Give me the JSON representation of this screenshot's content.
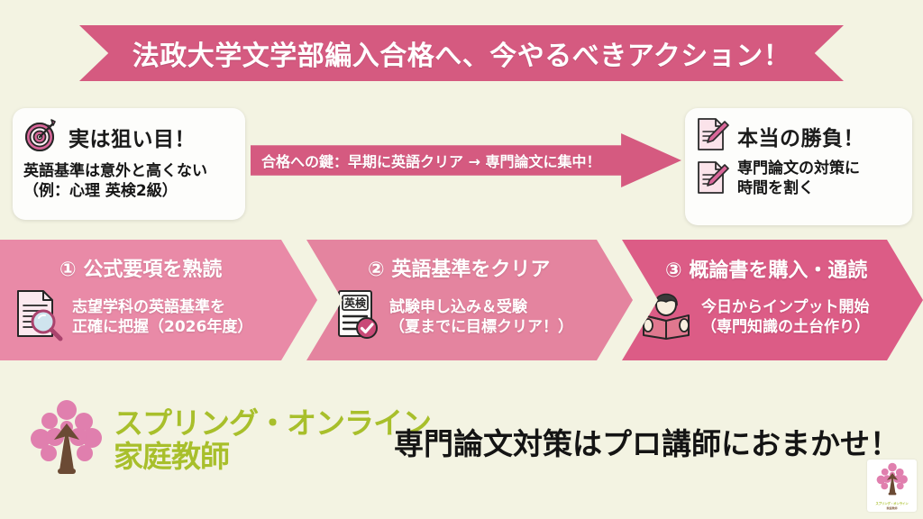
{
  "page": {
    "background_color": "#f3f3e2",
    "accent_pink": "#d55a80",
    "logo_green": "#a8bf2b"
  },
  "banner": {
    "title": "法政大学文学部編入合格へ、今やるべきアクション！",
    "color": "#d55a80"
  },
  "left_card": {
    "icon": "target-icon",
    "title": "実は狙い目！",
    "body": "英語基準は意外と高くない（例：心理 英検2級）"
  },
  "arrow": {
    "label": "合格への鍵：早期に英語クリア → 専門論文に集中！",
    "color": "#d55a80"
  },
  "right_card": {
    "icon_top": "document-pencil-icon",
    "title": "本当の勝負！",
    "icon_bottom": "document-pencil-icon",
    "body_line1": "専門論文の対策に",
    "body_line2": "時間を割く"
  },
  "steps": [
    {
      "number": "①",
      "title": "公式要項を熟読",
      "icon": "document-magnifier-icon",
      "desc_line1": "志望学科の英語基準を",
      "desc_line2": "正確に把握（2026年度）",
      "color": "#e98aa7"
    },
    {
      "number": "②",
      "title": "英語基準をクリア",
      "icon": "eiken-check-icon",
      "icon_label": "英検",
      "desc_line1": "試験申し込み＆受験",
      "desc_line2": "（夏までに目標クリア！）",
      "color": "#e4849f"
    },
    {
      "number": "③",
      "title": "概論書を購入・通読",
      "icon": "person-reading-book-icon",
      "desc_line1": "今日からインプット開始",
      "desc_line2": "（専門知識の土台作り）",
      "color": "#dc5c86"
    }
  ],
  "footer": {
    "logo_icon": "cherry-blossom-tree-icon",
    "logo_line1": "スプリング・オンライン",
    "logo_line2": "家庭教師",
    "tagline": "専門論文対策はプロ講師におまかせ！",
    "watermark_line1": "スプリング・オンライン",
    "watermark_line2": "家庭教師"
  }
}
